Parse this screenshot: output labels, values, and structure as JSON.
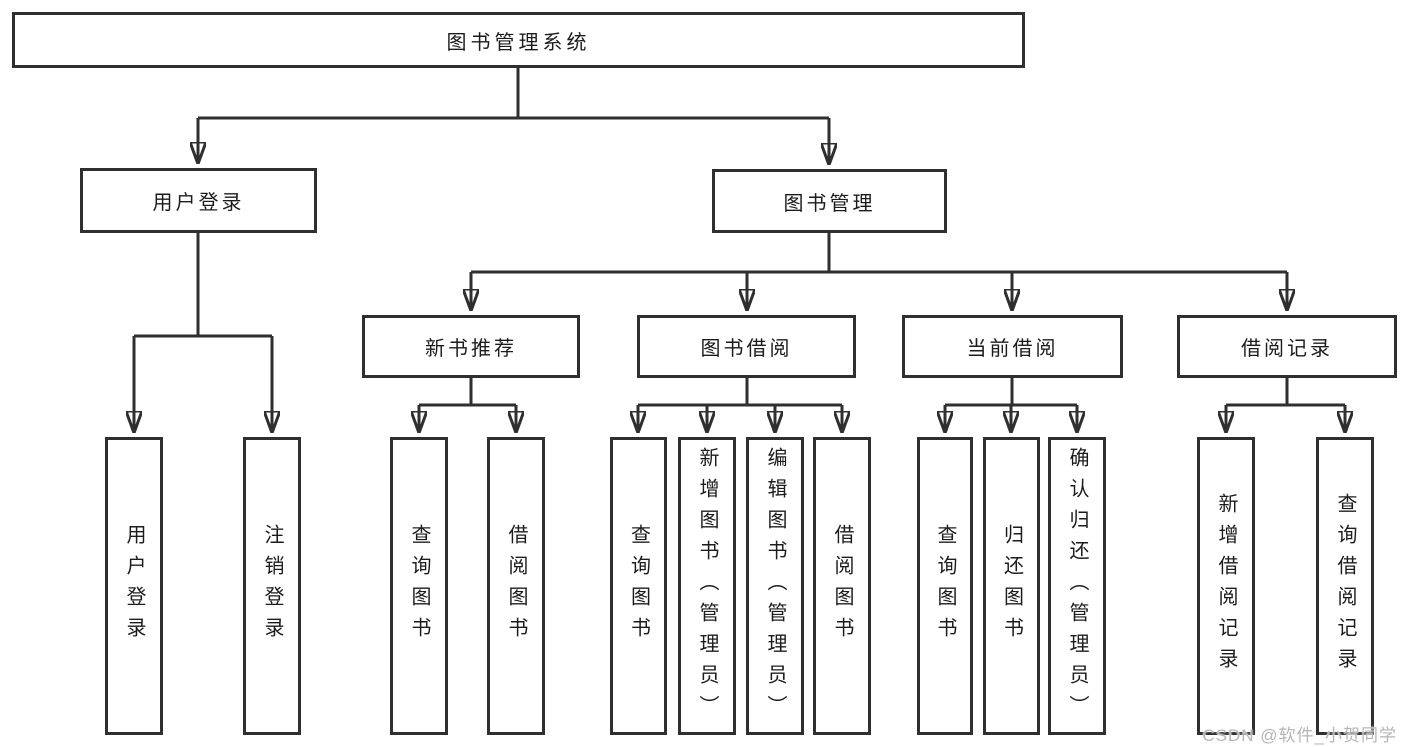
{
  "tree": {
    "label": "图书管理系统",
    "children": [
      {
        "label": "用户登录",
        "children": [
          {
            "label": "用户登录"
          },
          {
            "label": "注销登录"
          }
        ]
      },
      {
        "label": "图书管理",
        "children": [
          {
            "label": "新书推荐",
            "children": [
              {
                "label": "查询图书"
              },
              {
                "label": "借阅图书"
              }
            ]
          },
          {
            "label": "图书借阅",
            "children": [
              {
                "label": "查询图书"
              },
              {
                "label": "新增图书（管理员）"
              },
              {
                "label": "编辑图书（管理员）"
              },
              {
                "label": "借阅图书"
              }
            ]
          },
          {
            "label": "当前借阅",
            "children": [
              {
                "label": "查询图书"
              },
              {
                "label": "归还图书"
              },
              {
                "label": "确认归还（管理员）"
              }
            ]
          },
          {
            "label": "借阅记录",
            "children": [
              {
                "label": "新增借阅记录"
              },
              {
                "label": "查询借阅记录"
              }
            ]
          }
        ]
      }
    ]
  },
  "watermark": {
    "text": "CSDN @软件_小贺同学"
  },
  "colors": {
    "line": "#2f2f2f",
    "text": "#1c1c1c",
    "watermark": "#b5b5b5",
    "background": "#ffffff"
  }
}
